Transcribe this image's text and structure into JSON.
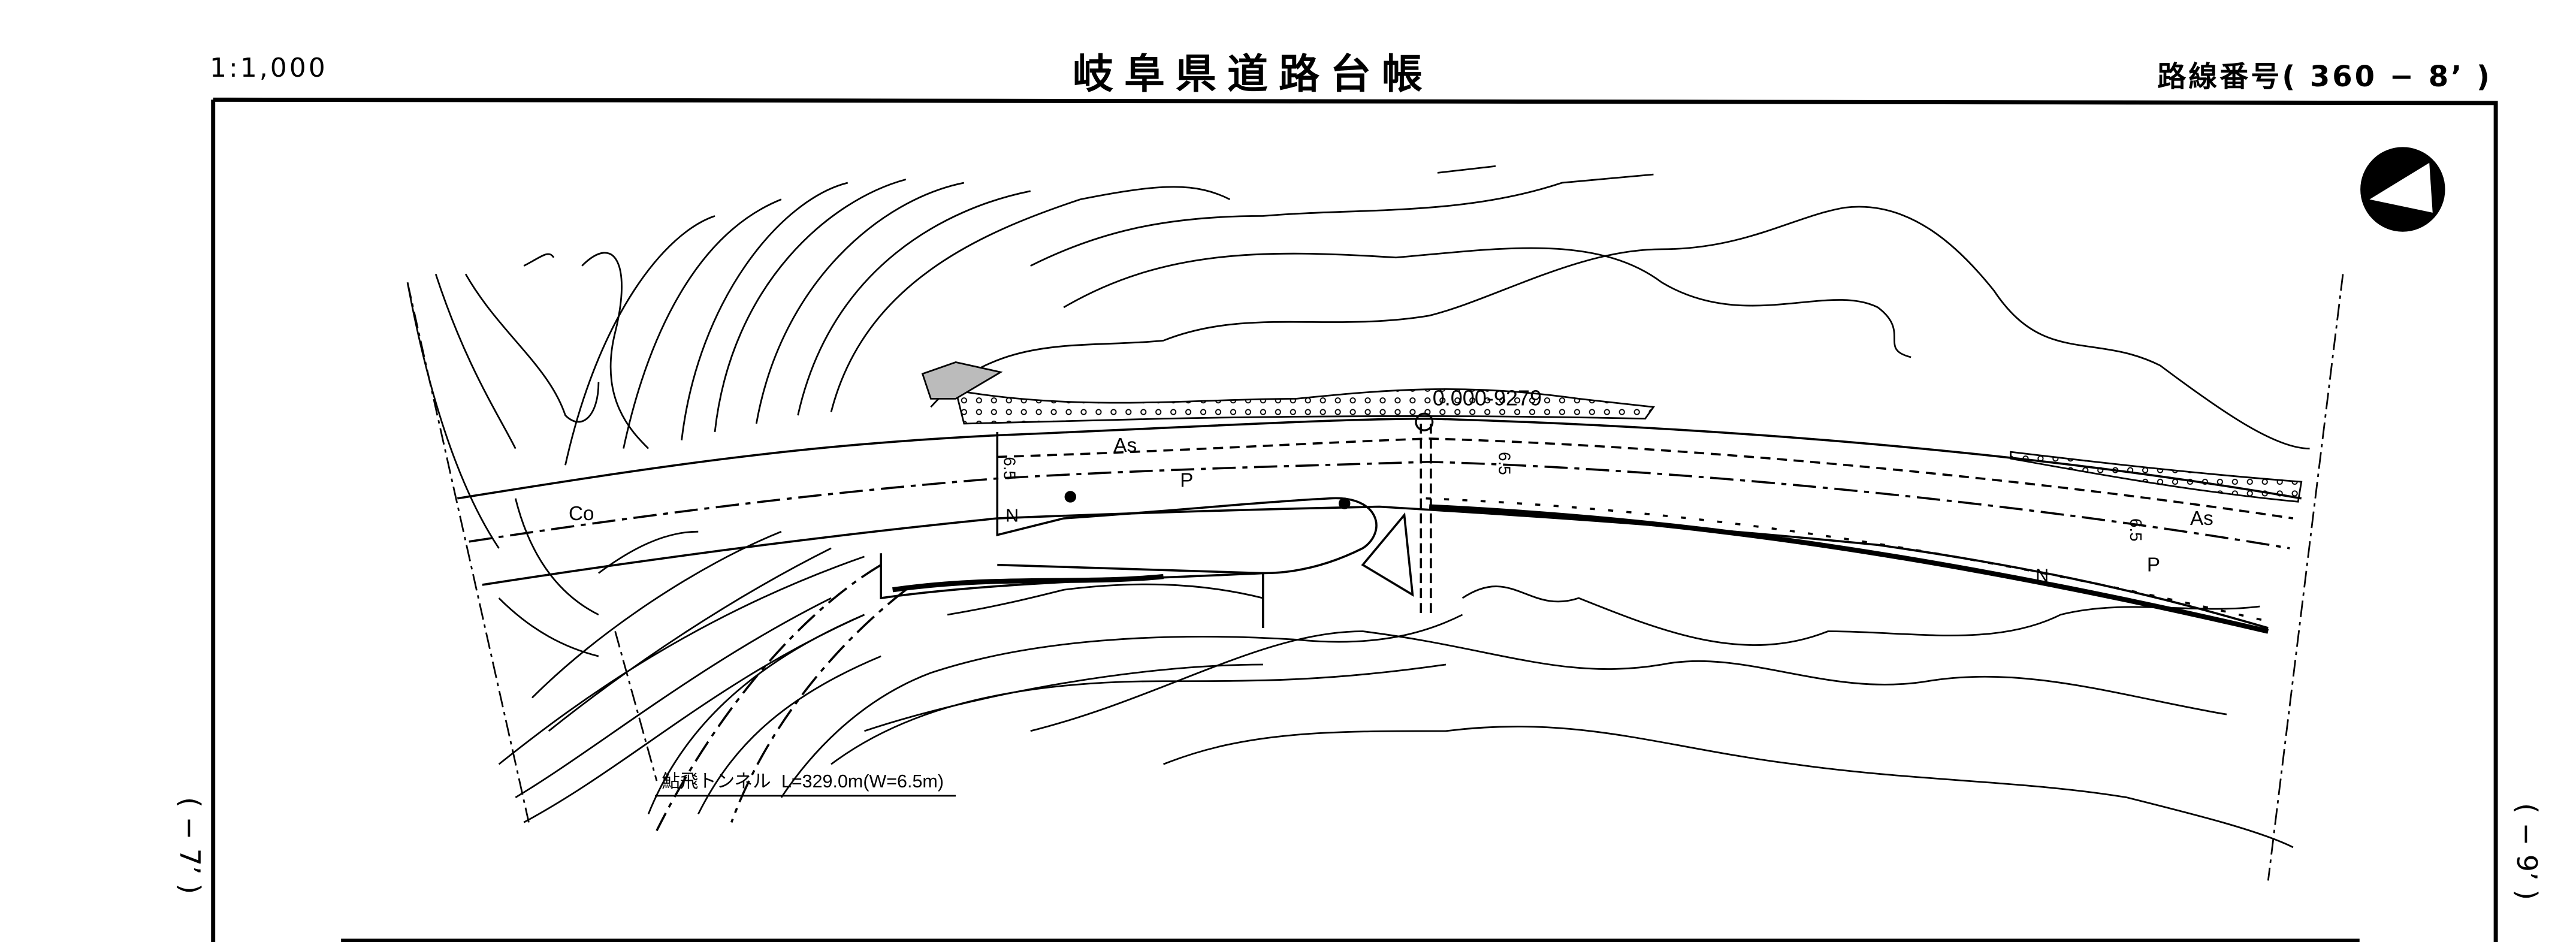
{
  "header": {
    "scale": "1:1,000",
    "title": "岐阜県道路台帳",
    "route_number": "路線番号( 360 − 8’ )"
  },
  "side_labels": {
    "left": "( − 7’ )",
    "right": "( − 9’ )"
  },
  "map": {
    "tunnel_label": "鮎飛トンネル",
    "tunnel_spec": "L=329.0m(W=6.5m)",
    "station_label": "0.000-9279",
    "surface_labels": {
      "concrete": "Co",
      "asphalt_1": "As",
      "asphalt_2": "As",
      "p_1": "P",
      "p_2": "P",
      "n_1": "N",
      "n_2": "N"
    },
    "width_labels": [
      "6.5",
      "6.5",
      "6.5"
    ]
  }
}
